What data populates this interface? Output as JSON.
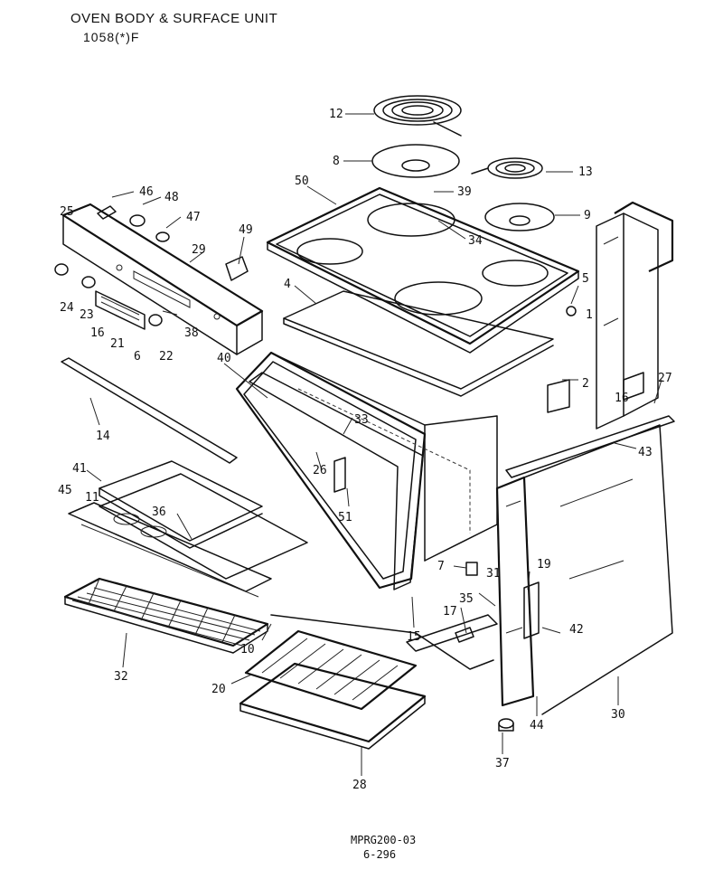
{
  "header": {
    "title": "OVEN BODY & SURFACE UNIT",
    "model": "1058(*)F"
  },
  "footer": {
    "doc_code": "MPRG200-03",
    "page_ref": "6-296"
  },
  "diagram": {
    "callouts": [
      "12",
      "8",
      "13",
      "50",
      "39",
      "9",
      "34",
      "46",
      "48",
      "25",
      "47",
      "29",
      "49",
      "4",
      "5",
      "1",
      "24",
      "23",
      "16",
      "21",
      "6",
      "22",
      "38",
      "40",
      "2",
      "16",
      "27",
      "14",
      "33",
      "26",
      "43",
      "41",
      "45",
      "11",
      "36",
      "51",
      "7",
      "31",
      "19",
      "35",
      "17",
      "42",
      "32",
      "10",
      "15",
      "20",
      "30",
      "44",
      "37",
      "28"
    ]
  }
}
